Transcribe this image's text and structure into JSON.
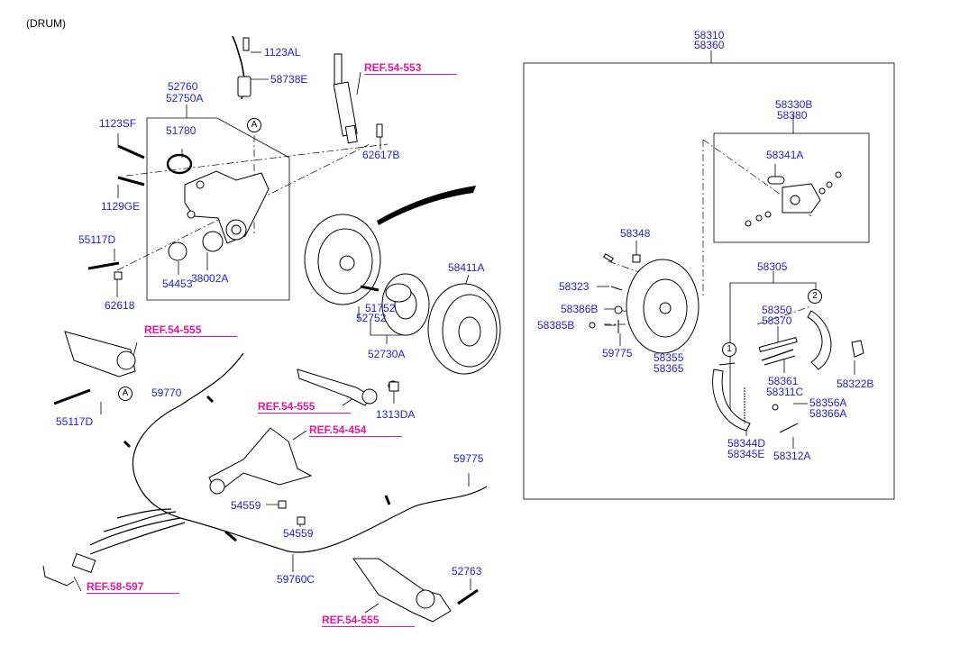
{
  "title": "(DRUM)",
  "colors": {
    "part_number": "#1f1fd6",
    "reference": "#e6189b",
    "line": "#000000"
  },
  "parts": {
    "p1123AL": "1123AL",
    "p58738E": "58738E",
    "p52760": "52760",
    "p52750A": "52750A",
    "p1123SF": "1123SF",
    "p51780": "51780",
    "p1129GE": "1129GE",
    "p55117D_a": "55117D",
    "p54453": "54453",
    "p38002A": "38002A",
    "p62618": "62618",
    "p62617B": "62617B",
    "p51752": "51752",
    "p52752": "52752",
    "p52730A": "52730A",
    "p58411A": "58411A",
    "p55117D_b": "55117D",
    "p59770": "59770",
    "p1313DA": "1313DA",
    "p54559_a": "54559",
    "p54559_b": "54559",
    "p59775_a": "59775",
    "p59760C": "59760C",
    "p52763": "52763",
    "p58310": "58310",
    "p58360": "58360",
    "p58330B": "58330B",
    "p58380": "58380",
    "p58341A": "58341A",
    "p58348": "58348",
    "p58323": "58323",
    "p58386B": "58386B",
    "p58385B": "58385B",
    "p59775_b": "59775",
    "p58355": "58355",
    "p58365": "58365",
    "p58305": "58305",
    "p58350": "58350",
    "p58370": "58370",
    "p58361": "58361",
    "p58311C": "58311C",
    "p58322B": "58322B",
    "p58356A": "58356A",
    "p58366A": "58366A",
    "p58344D": "58344D",
    "p58345E": "58345E",
    "p58312A": "58312A"
  },
  "refs": {
    "r54553": "REF.54-553",
    "r54555_a": "REF.54-555",
    "r54555_b": "REF.54-555",
    "r54454": "REF.54-454",
    "r58597": "REF.58-597",
    "r54555_c": "REF.54-555"
  },
  "markers": {
    "A1": "A",
    "A2": "A",
    "n1": "1",
    "n2": "2"
  }
}
